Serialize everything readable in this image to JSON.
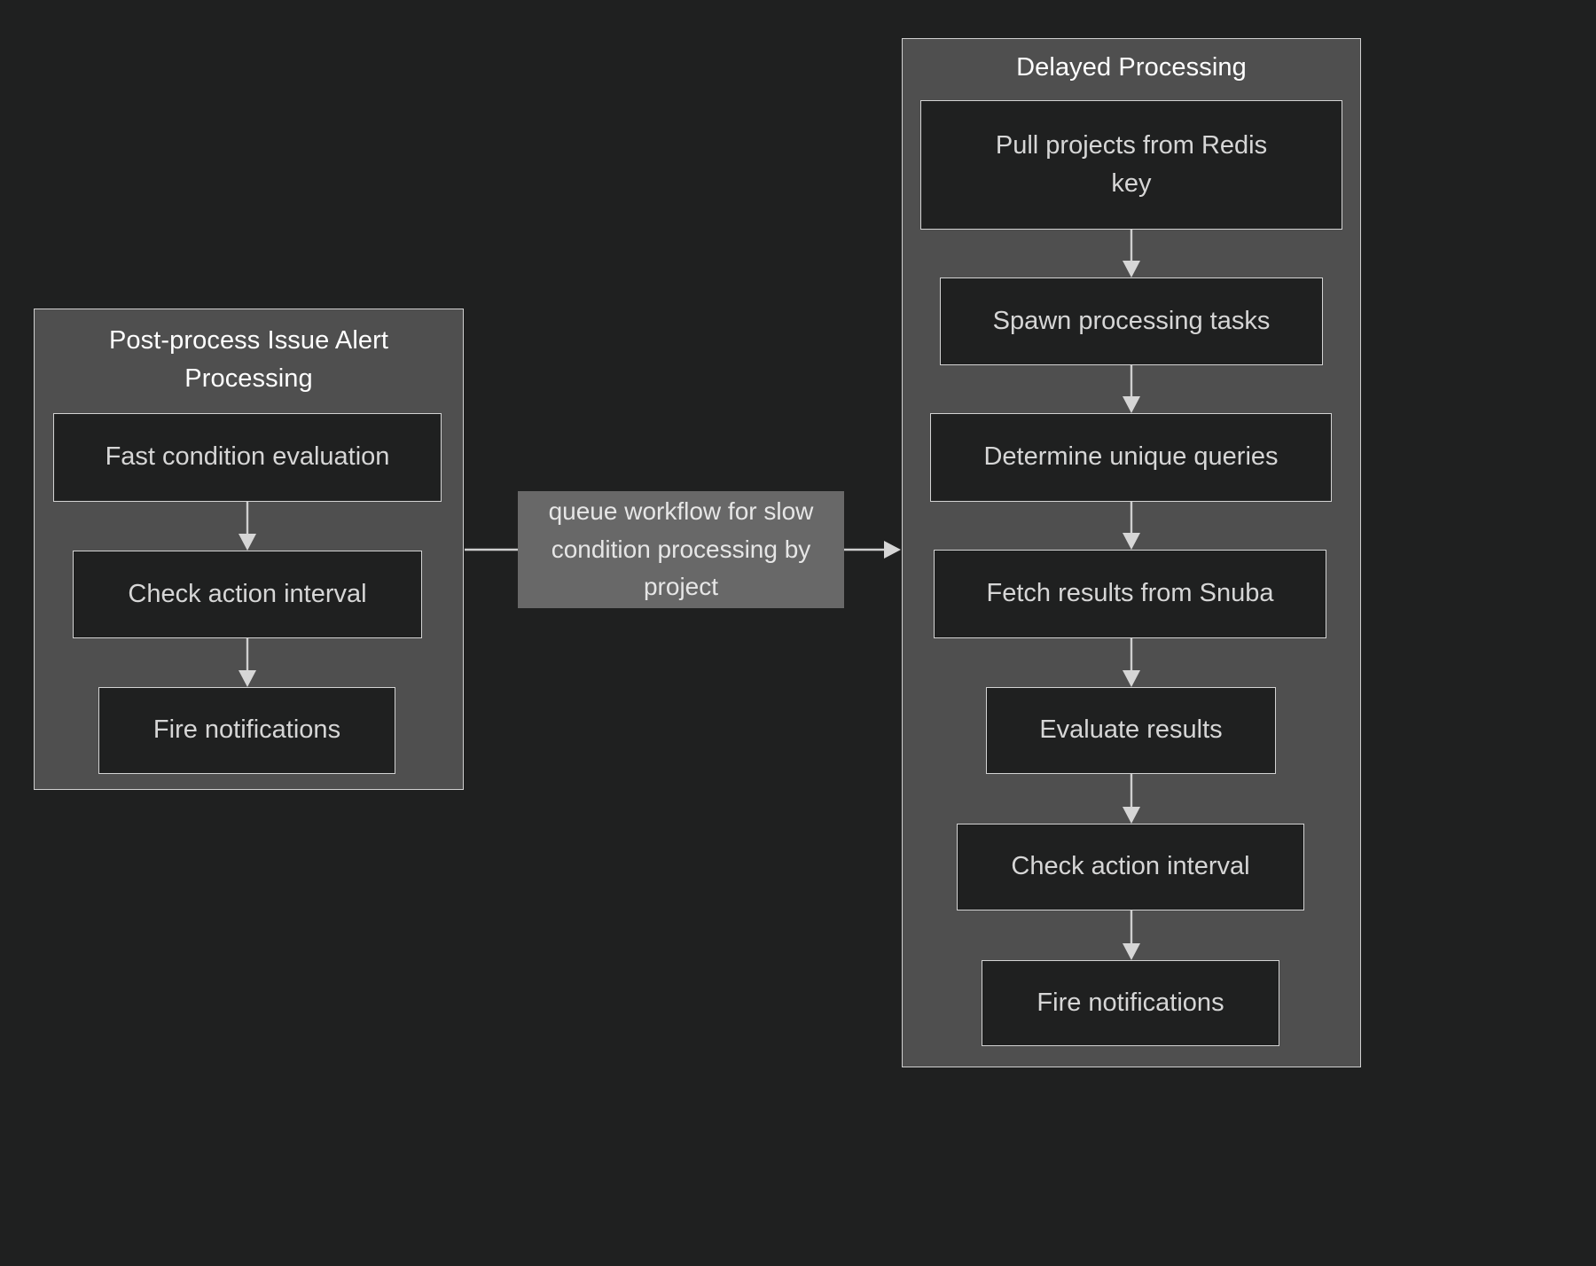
{
  "diagram": {
    "type": "flowchart",
    "background_color": "#1f2020",
    "subgraph_color": "#4f4f4f",
    "node_color": "#1f2020",
    "node_border_color": "#d3d3d3",
    "text_color": "#d6d6d6",
    "edge_color": "#cfcfcf",
    "edge_label_background": "#686868"
  },
  "subgraphs": [
    {
      "id": "post-process-issue-alert-processing",
      "title": "Post-process Issue Alert\nProcessing",
      "nodes": [
        {
          "id": "fast-condition-evaluation",
          "label": "Fast condition evaluation"
        },
        {
          "id": "check-action-interval",
          "label": "Check action interval"
        },
        {
          "id": "fire-notifications",
          "label": "Fire notifications"
        }
      ]
    },
    {
      "id": "delayed-processing",
      "title": "Delayed Processing",
      "nodes": [
        {
          "id": "pull-projects-from-redis-key",
          "label": "Pull projects from Redis\nkey"
        },
        {
          "id": "spawn-processing-tasks",
          "label": "Spawn processing tasks"
        },
        {
          "id": "determine-unique-queries",
          "label": "Determine unique queries"
        },
        {
          "id": "fetch-results-from-snuba",
          "label": "Fetch results from Snuba"
        },
        {
          "id": "evaluate-results",
          "label": "Evaluate results"
        },
        {
          "id": "check-action-interval-delayed",
          "label": "Check action interval"
        },
        {
          "id": "fire-notifications-delayed",
          "label": "Fire notifications"
        }
      ]
    }
  ],
  "edges": [
    {
      "id": "edge-fast-to-check",
      "from": "fast-condition-evaluation",
      "to": "check-action-interval",
      "label": ""
    },
    {
      "id": "edge-check-to-fire",
      "from": "check-action-interval",
      "to": "fire-notifications",
      "label": ""
    },
    {
      "id": "edge-postprocess-to-delayed",
      "from": "post-process-issue-alert-processing",
      "to": "delayed-processing",
      "label": "queue workflow for slow\ncondition processing by\nproject"
    },
    {
      "id": "edge-pull-to-spawn",
      "from": "pull-projects-from-redis-key",
      "to": "spawn-processing-tasks",
      "label": ""
    },
    {
      "id": "edge-spawn-to-determine",
      "from": "spawn-processing-tasks",
      "to": "determine-unique-queries",
      "label": ""
    },
    {
      "id": "edge-determine-to-fetch",
      "from": "determine-unique-queries",
      "to": "fetch-results-from-snuba",
      "label": ""
    },
    {
      "id": "edge-fetch-to-evaluate",
      "from": "fetch-results-from-snuba",
      "to": "evaluate-results",
      "label": ""
    },
    {
      "id": "edge-evaluate-to-check",
      "from": "evaluate-results",
      "to": "check-action-interval-delayed",
      "label": ""
    },
    {
      "id": "edge-check-to-fire-delayed",
      "from": "check-action-interval-delayed",
      "to": "fire-notifications-delayed",
      "label": ""
    }
  ]
}
